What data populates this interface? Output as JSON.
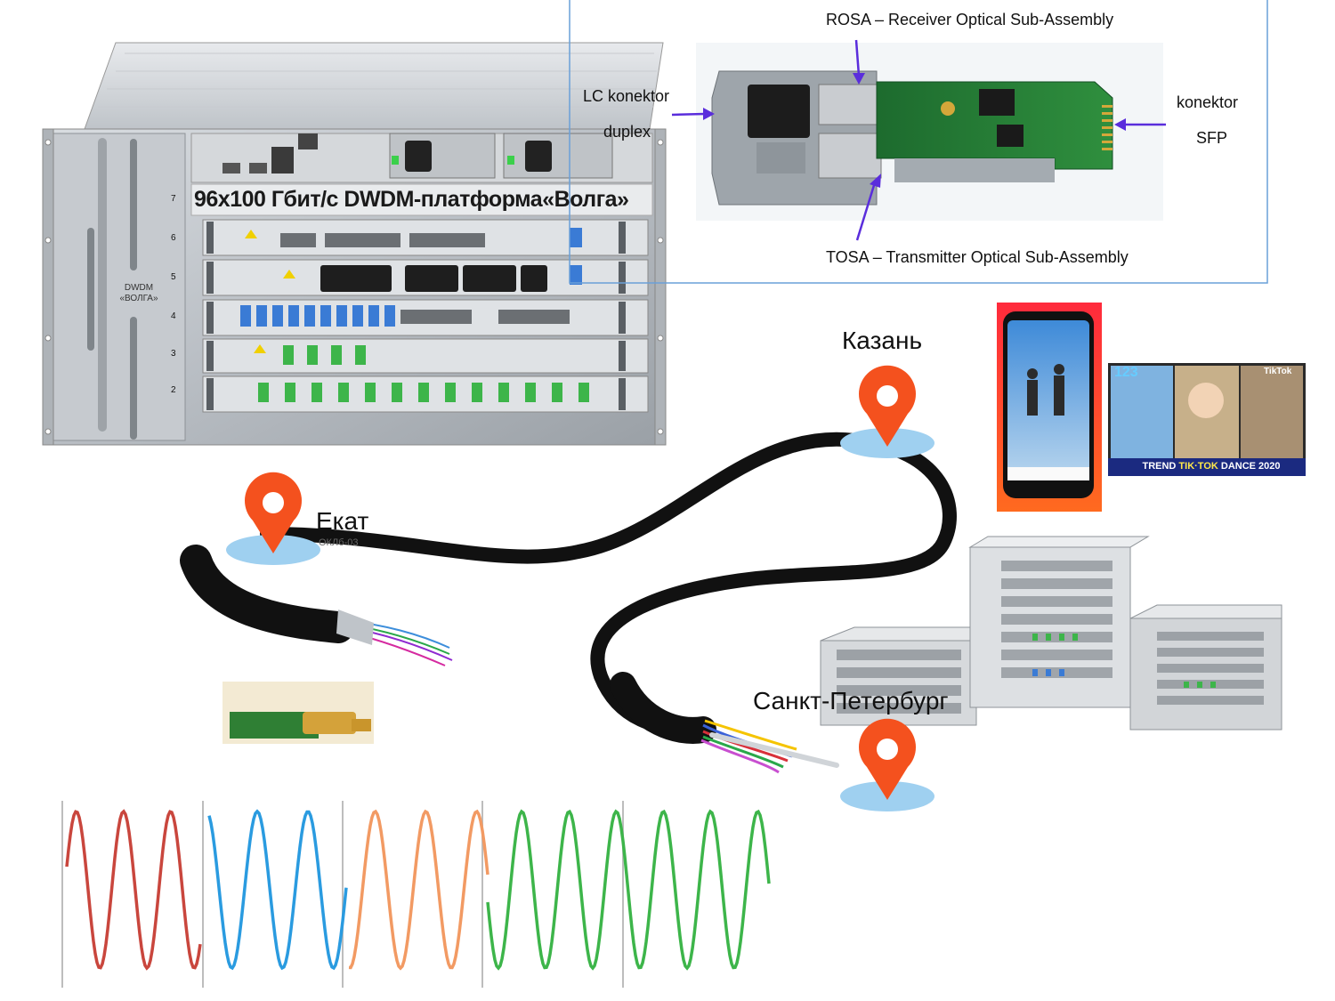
{
  "platform": {
    "title": "96x100 Гбит/с DWDM-платформа«Волга»",
    "badge": "DWDM «ВОЛГА»",
    "slot_numbers": [
      "7",
      "6",
      "5",
      "4",
      "3",
      "2"
    ]
  },
  "sfp_module": {
    "rosa_label": "ROSA – Receiver Optical Sub-Assembly",
    "tosa_label": "TOSA – Transmitter Optical Sub-Assembly",
    "lc_label": "LC konektor",
    "duplex_label": "duplex",
    "konektor_label": "konektor",
    "sfp_label": "SFP"
  },
  "cities": {
    "kazan": "Казань",
    "ekat": "Екат",
    "spb": "Санкт-Петербург"
  },
  "cable_print": "ОКЛб-03",
  "tiktok": {
    "banner_left": "TREND ",
    "banner_mid": "TIK·TOK",
    "banner_right": " DANCE 2020",
    "logo": "TikTok",
    "number": "123"
  },
  "colors": {
    "pin": "#f4511e",
    "pin_shadow": "#9fd0f0",
    "cable": "#111111",
    "arrow": "#5a2ddc",
    "wave_red": "#c9463d",
    "wave_blue": "#2a9be0",
    "wave_orange": "#f29a63",
    "wave_green": "#3db54a",
    "frame": "#6aa0d8"
  }
}
